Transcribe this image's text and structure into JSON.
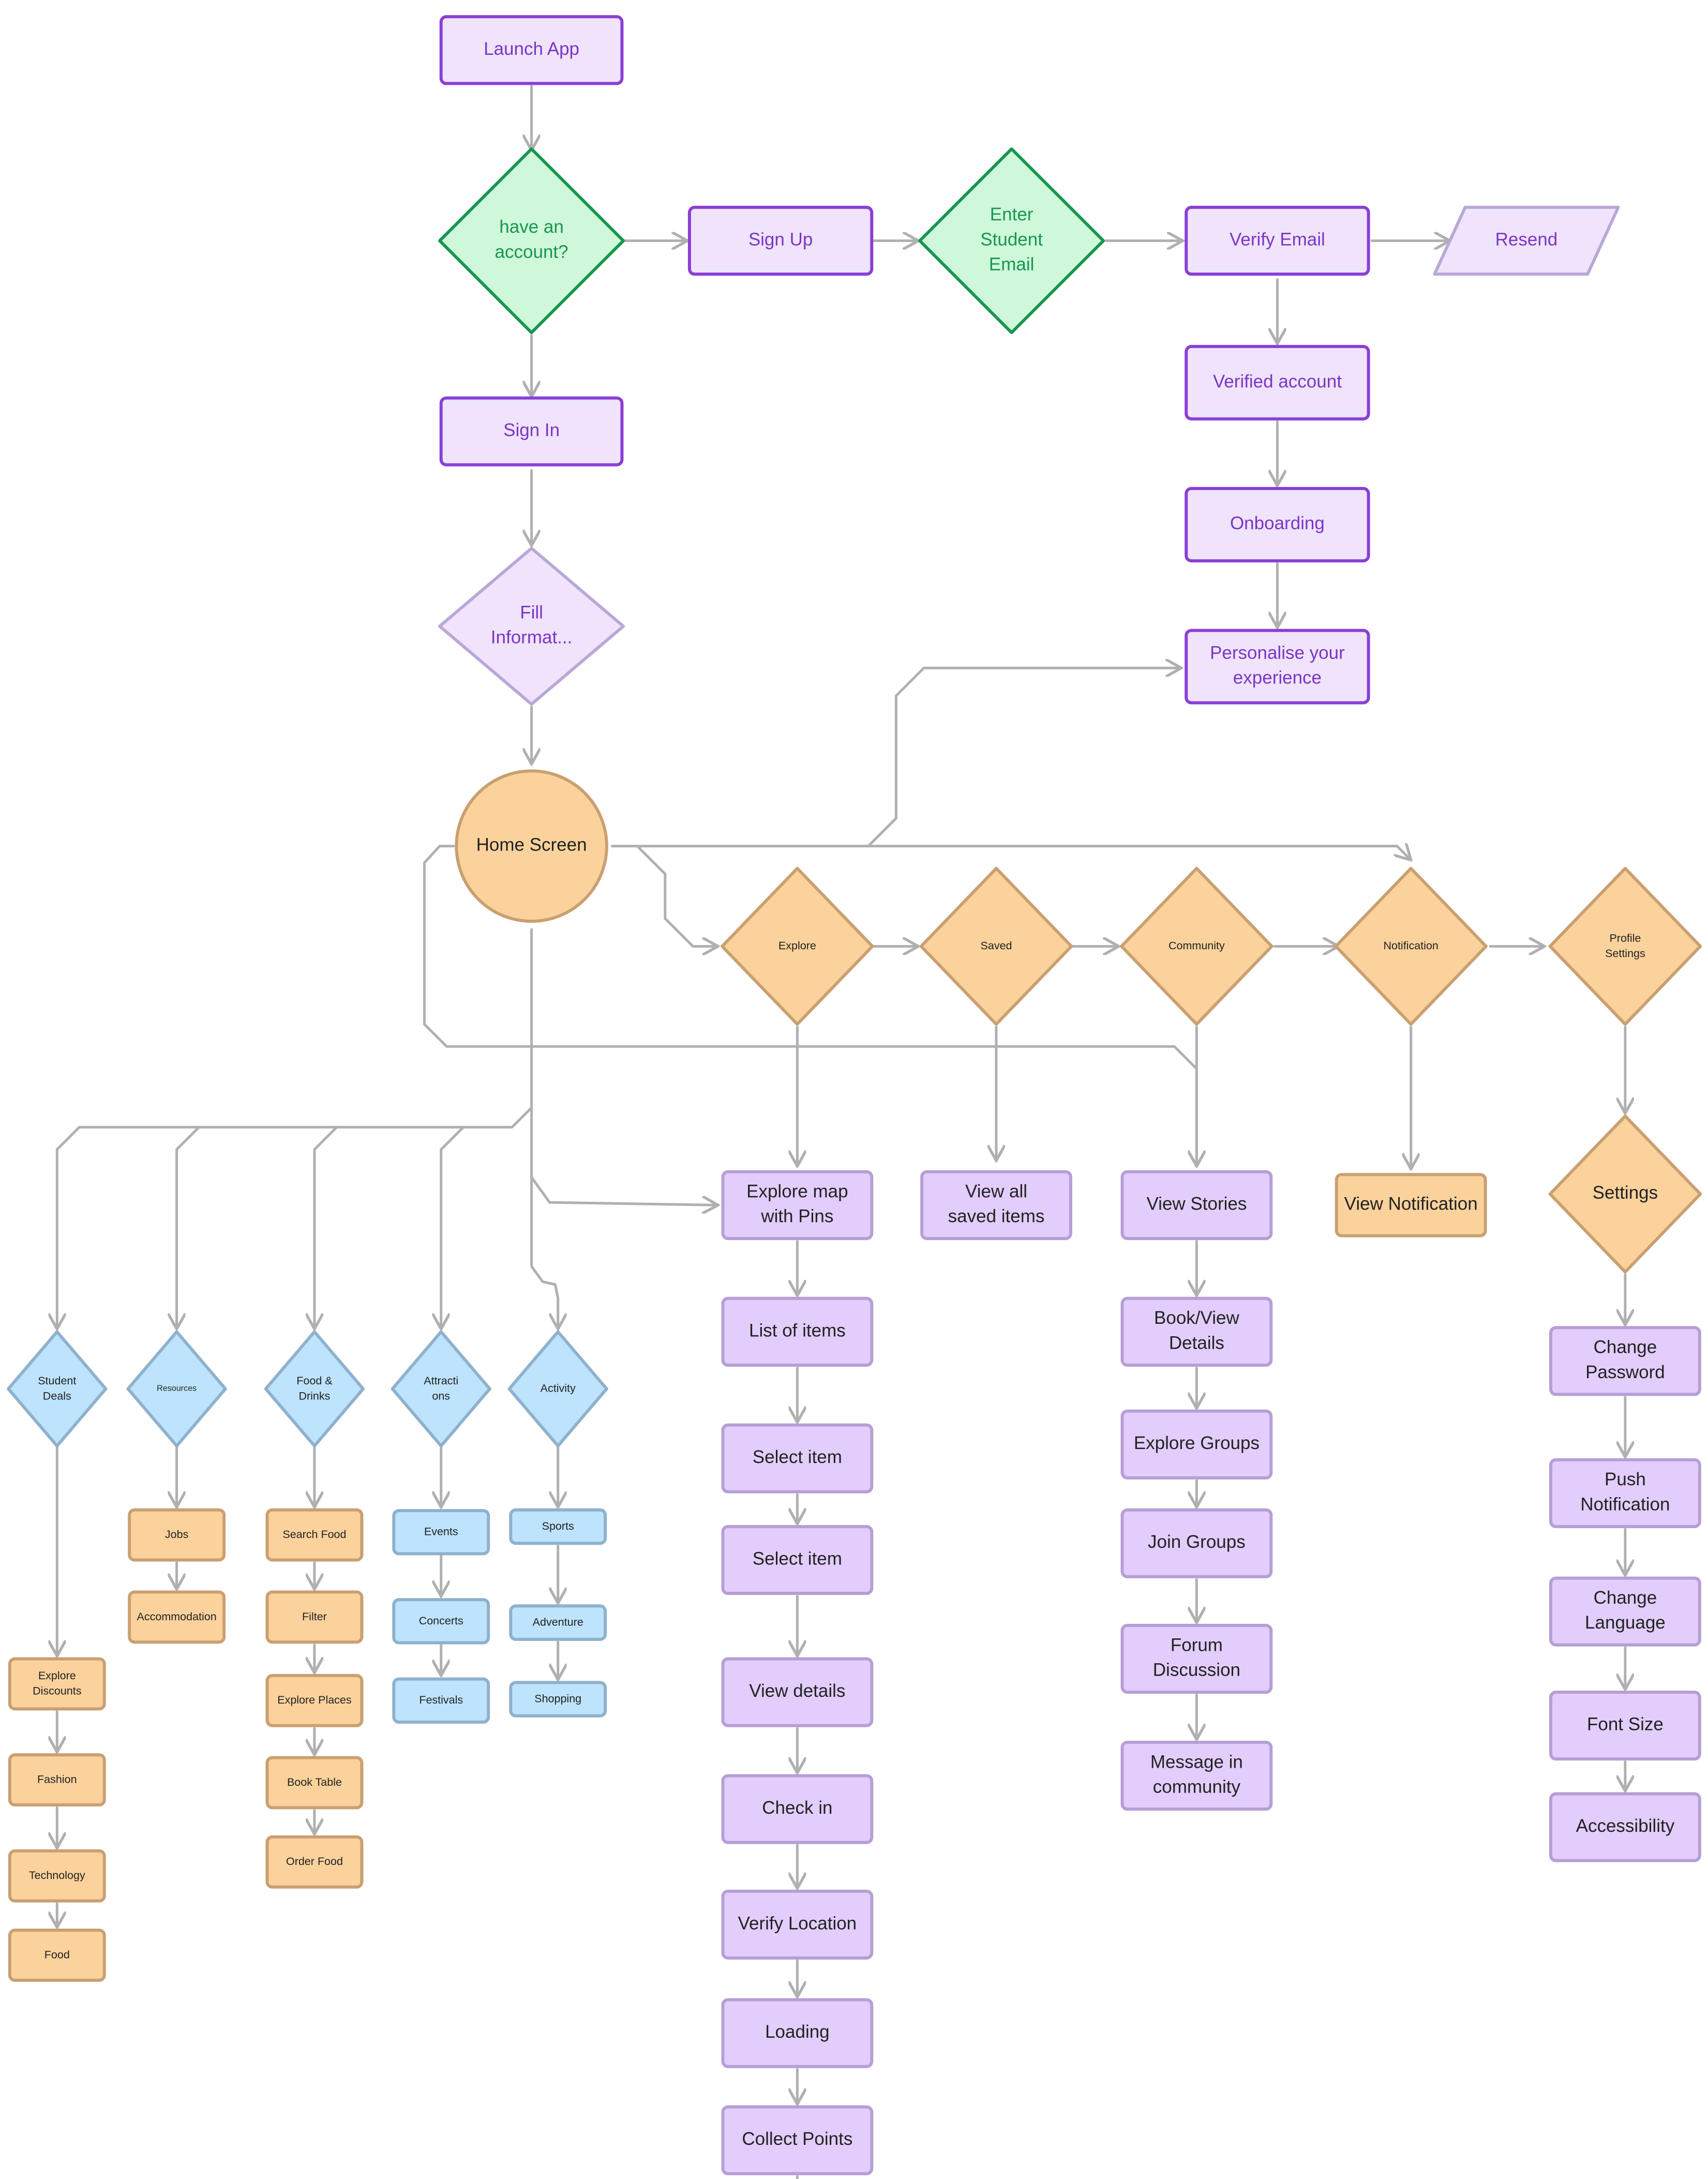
{
  "colors": {
    "connector": "#b0b0b0",
    "purple_stroke": "#8a3fd6",
    "purple_fill": "#efe4fc",
    "purple_text": "#7b35c4",
    "lavender_stroke": "#b9a8d6",
    "green_stroke": "#17974f",
    "green_fill": "#cff7da",
    "green_text": "#17974f",
    "orange_stroke": "#c9a071",
    "orange_fill": "#fbd29c",
    "blue_stroke": "#8fb1cc",
    "blue_fill": "#bde3fd",
    "lilac_stroke": "#b59fd4",
    "lilac_fill": "#e2cdfc",
    "dark_text": "#222222"
  },
  "nodes": {
    "launch_app": "Launch App",
    "have_account": "have an account?",
    "sign_up": "Sign Up",
    "enter_student_email": "Enter Student Email",
    "verify_email": "Verify Email",
    "resend": "Resend",
    "sign_in": "Sign In",
    "verified_account": "Verified account",
    "onboarding": "Onboarding",
    "fill_information": "Fill Informat...",
    "personalise": "Personalise your experience",
    "home_screen": "Home Screen",
    "explore": "Explore",
    "saved": "Saved",
    "community": "Community",
    "notification": "Notification",
    "profile_settings": "Profile Settings",
    "explore_map": "Explore map with Pins",
    "view_all_saved": "View all saved items",
    "view_stories": "View Stories",
    "view_notification": "View Notification",
    "settings": "Settings",
    "list_of_items": "List of items",
    "select_item_1": "Select item",
    "select_item_2": "Select item",
    "view_details": "View details",
    "check_in": "Check in",
    "verify_location": "Verify Location",
    "loading": "Loading",
    "collect_points": "Collect Points",
    "book_view_details": "Book/View Details",
    "explore_groups": "Explore Groups",
    "join_groups": "Join Groups",
    "forum_discussion": "Forum Discussion",
    "message_community": "Message in community",
    "change_password": "Change Password",
    "push_notification": "Push Notification",
    "change_language": "Change Language",
    "font_size": "Font Size",
    "accessibility": "Accessibility",
    "student_deals": "Student Deals",
    "resources": "Resources",
    "food_drinks": "Food & Drinks",
    "attractions": "Attracti ons",
    "activity": "Activity",
    "explore_discounts": "Explore Discounts",
    "fashion": "Fashion",
    "technology": "Technology",
    "food": "Food",
    "jobs": "Jobs",
    "accommodation": "Accommodation",
    "search_food": "Search Food",
    "filter": "Filter",
    "explore_places": "Explore Places",
    "book_table": "Book Table",
    "order_food": "Order Food",
    "events": "Events",
    "concerts": "Concerts",
    "festivals": "Festivals",
    "sports": "Sports",
    "adventure": "Adventure",
    "shopping": "Shopping"
  }
}
